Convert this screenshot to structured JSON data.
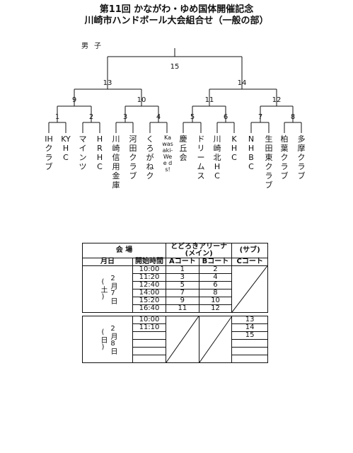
{
  "title_line1": "第11回 かながわ・ゆめ国体開催記念",
  "title_line2": "川崎市ハンドボール大会組合せ（一般の部）",
  "division": "男子",
  "match_labels": [
    "15",
    "13",
    "14",
    "9",
    "10",
    "11",
    "12",
    "1",
    "2",
    "3",
    "4",
    "5",
    "6",
    "7",
    "8"
  ],
  "teams": [
    "IHクラブ",
    "KYHC",
    "マインツ",
    "HRHC",
    "川崎信用金庫",
    "河田クラブ",
    "くろがねク",
    "Kawasaki-Wee ds!",
    "慶丘会",
    "ドリームス",
    "川崎北HC",
    "KHC",
    "NHBC",
    "生田東クラブ",
    "柏葉クラブ",
    "多摩クラブ"
  ],
  "schedule": {
    "hdr_venue": "会 場",
    "hdr_main": "とどろきアリーナ(メイン)",
    "hdr_sub": "(サブ)",
    "hdr_date": "月日",
    "hdr_time": "開始時間",
    "hdr_a": "Aコート",
    "hdr_b": "Bコート",
    "hdr_c": "Cコート",
    "day1_label": "2月7日(土)",
    "day1_rows": [
      {
        "time": "10:00",
        "a": "1",
        "b": "2"
      },
      {
        "time": "11:20",
        "a": "3",
        "b": "4"
      },
      {
        "time": "12:40",
        "a": "5",
        "b": "6"
      },
      {
        "time": "14:00",
        "a": "7",
        "b": "8"
      },
      {
        "time": "15:20",
        "a": "9",
        "b": "10"
      },
      {
        "time": "16:40",
        "a": "11",
        "b": "12"
      }
    ],
    "day2_label": "2月8日(日)",
    "day2_rows": [
      {
        "time": "10:00",
        "c": "13"
      },
      {
        "time": "11:10",
        "c": "14"
      },
      {
        "time": "",
        "c": "15"
      },
      {
        "time": "",
        "c": ""
      },
      {
        "time": "",
        "c": ""
      },
      {
        "time": "",
        "c": ""
      }
    ]
  }
}
